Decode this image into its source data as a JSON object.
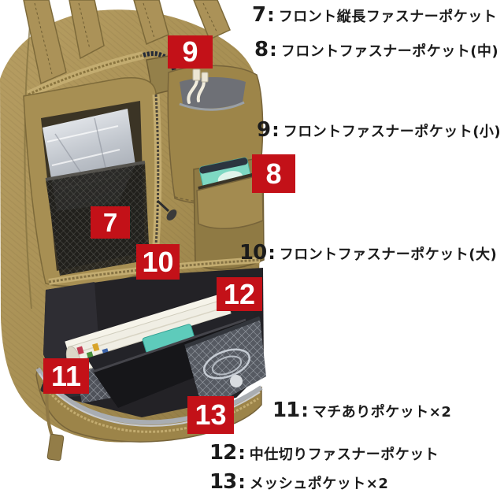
{
  "colors": {
    "badge_red": "#c31118",
    "label_text": "#1b1b1b",
    "bag_khaki": "#a68e52",
    "bag_khaki_dark": "#7c6839",
    "interior_dark": "#232226",
    "mesh_gray": "#8b9096",
    "silver_pouch": "#c9ced6",
    "accent_teal": "#6fd3c0",
    "background": "#ffffff"
  },
  "markers": [
    {
      "number": "9"
    },
    {
      "number": "8"
    },
    {
      "number": "7"
    },
    {
      "number": "10"
    },
    {
      "number": "12"
    },
    {
      "number": "11"
    },
    {
      "number": "13"
    }
  ],
  "labels": [
    {
      "number": "7",
      "colon": ":",
      "text": "フロント縦長ファスナーポケット"
    },
    {
      "number": "8",
      "colon": ":",
      "text": "フロントファスナーポケット(中)"
    },
    {
      "number": "9",
      "colon": ":",
      "text": "フロントファスナーポケット(小)"
    },
    {
      "number": "10",
      "colon": ":",
      "text": "フロントファスナーポケット(大)"
    },
    {
      "number": "11",
      "colon": ":",
      "text": "マチありポケット×2"
    },
    {
      "number": "12",
      "colon": ":",
      "text": "中仕切りファスナーポケット"
    },
    {
      "number": "13",
      "colon": ":",
      "text": "メッシュポケット×2"
    }
  ]
}
